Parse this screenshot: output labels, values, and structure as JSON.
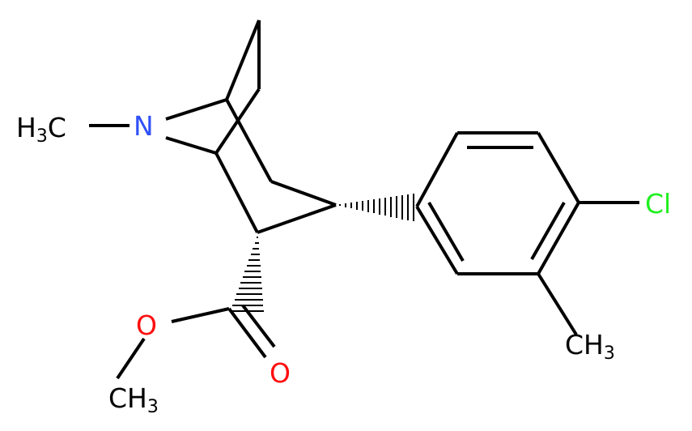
{
  "colors": {
    "carbon": "#000000",
    "nitrogen": "#3050F8",
    "oxygen": "#FF0D0D",
    "chlorine": "#1FF01F",
    "background": "#FFFFFF"
  },
  "labels": {
    "n_methyl": {
      "main": "H",
      "sub": "3",
      "tail": "C"
    },
    "nitrogen": "N",
    "chlorine": "Cl",
    "aryl_methyl": {
      "main": "CH",
      "sub": "3"
    },
    "ester_oxygen": "O",
    "carbonyl_oxygen": "O",
    "ester_methyl": {
      "main": "CH",
      "sub": "3"
    }
  }
}
